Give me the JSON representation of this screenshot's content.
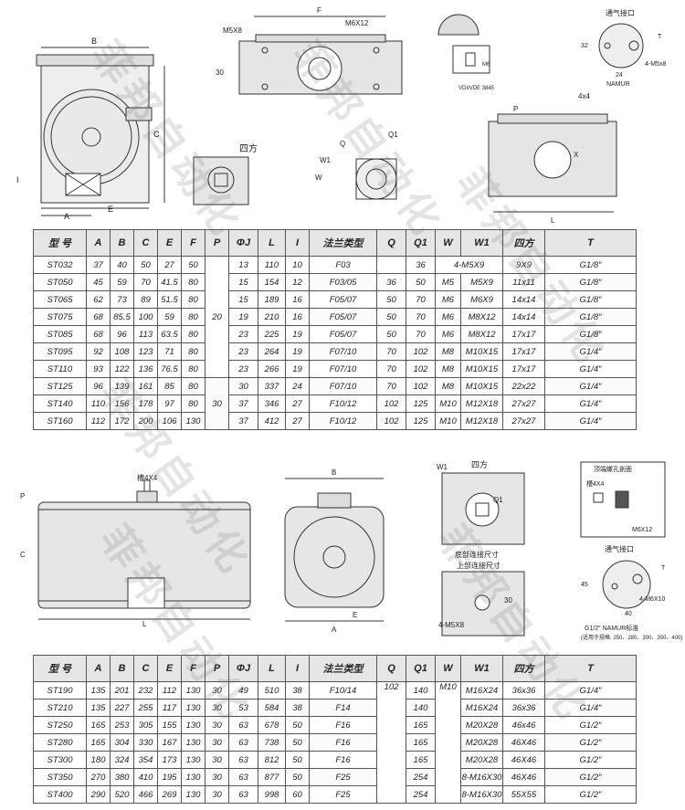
{
  "colors": {
    "line": "#333333",
    "body_fill": "#e3e3e3",
    "header_fill": "#e6e6e6",
    "watermark": "#5a5a5a"
  },
  "top_drawings": {
    "side_view": {
      "labels": [
        "B",
        "C",
        "I",
        "E",
        "A"
      ]
    },
    "flange_view": {
      "labels": [
        "F",
        "M5X8",
        "M6X12",
        "30"
      ]
    },
    "square_view": {
      "label": "四方"
    },
    "mount_view": {
      "labels": [
        "Q",
        "Q1",
        "W1",
        "W"
      ]
    },
    "vdi_view": {
      "caption": "VDI/VDE 3845",
      "labels": [
        "M6"
      ]
    },
    "port_view": {
      "title": "通气接口",
      "labels": [
        "T",
        "32",
        "24",
        "NAMUR",
        "4-M5x8"
      ]
    },
    "front_view": {
      "labels": [
        "P",
        "4x4",
        "X",
        "L"
      ]
    }
  },
  "table1": {
    "headers": [
      "型 号",
      "A",
      "B",
      "C",
      "E",
      "F",
      "P",
      "ΦJ",
      "L",
      "I",
      "法兰类型",
      "Q",
      "Q1",
      "W",
      "W1",
      "四方",
      "T"
    ],
    "p_values": [
      "20",
      "30"
    ],
    "rows": [
      [
        "ST032",
        "37",
        "40",
        "50",
        "27",
        "50",
        "13",
        "110",
        "10",
        "F03",
        "",
        "36",
        "",
        "4-M5X9",
        "9X9",
        "G1/8″"
      ],
      [
        "ST050",
        "45",
        "59",
        "70",
        "41.5",
        "80",
        "15",
        "154",
        "12",
        "F03/05",
        "36",
        "50",
        "M5",
        "M5X9",
        "11x11",
        "G1/8″"
      ],
      [
        "ST065",
        "62",
        "73",
        "89",
        "51.5",
        "80",
        "15",
        "189",
        "16",
        "F05/07",
        "50",
        "70",
        "M6",
        "M6X9",
        "14x14",
        "G1/8″"
      ],
      [
        "ST075",
        "68",
        "85.5",
        "100",
        "59",
        "80",
        "19",
        "210",
        "16",
        "F05/07",
        "50",
        "70",
        "M6",
        "M8X12",
        "14x14",
        "G1/8″"
      ],
      [
        "ST085",
        "68",
        "96",
        "113",
        "63.5",
        "80",
        "23",
        "225",
        "19",
        "F05/07",
        "50",
        "70",
        "M6",
        "M8X12",
        "17x17",
        "G1/8″"
      ],
      [
        "ST095",
        "92",
        "108",
        "123",
        "71",
        "80",
        "23",
        "264",
        "19",
        "F07/10",
        "70",
        "102",
        "M8",
        "M10X15",
        "17x17",
        "G1/4″"
      ],
      [
        "ST110",
        "93",
        "122",
        "136",
        "76.5",
        "80",
        "23",
        "266",
        "19",
        "F07/10",
        "70",
        "102",
        "M8",
        "M10X15",
        "17x17",
        "G1/4″"
      ],
      [
        "ST125",
        "96",
        "139",
        "161",
        "85",
        "80",
        "30",
        "337",
        "24",
        "F07/10",
        "70",
        "102",
        "M8",
        "M10X15",
        "22x22",
        "G1/4″"
      ],
      [
        "ST140",
        "110",
        "156",
        "178",
        "97",
        "80",
        "37",
        "346",
        "27",
        "F10/12",
        "102",
        "125",
        "M10",
        "M12X18",
        "27x27",
        "G1/4″"
      ],
      [
        "ST160",
        "112",
        "172",
        "200",
        "106",
        "130",
        "37",
        "412",
        "27",
        "F10/12",
        "102",
        "125",
        "M10",
        "M12X18",
        "27x27",
        "G1/4″"
      ]
    ]
  },
  "mid_drawings": {
    "side_view": {
      "labels": [
        "槽4X4",
        "P",
        "C",
        "L"
      ]
    },
    "end_view": {
      "labels": [
        "B",
        "E",
        "A"
      ]
    },
    "bottom_view": {
      "labels": [
        "W1",
        "四方",
        "Q1",
        "底部连接尺寸",
        "上部连接尺寸",
        "4-M5X8",
        "30"
      ]
    },
    "slot_view": {
      "title": "顶端螺孔剖面",
      "labels": [
        "槽4X4",
        "M6X12"
      ]
    },
    "port_view": {
      "title": "通气接口",
      "labels": [
        "T",
        "45",
        "40",
        "4-M6X10"
      ],
      "note1": "G1/2″ NAMUR标准",
      "note2": "(适用于规格: 250、280、300、350、400)"
    }
  },
  "table2": {
    "headers": [
      "型 号",
      "A",
      "B",
      "C",
      "E",
      "F",
      "P",
      "ΦJ",
      "L",
      "I",
      "法兰类型",
      "Q",
      "Q1",
      "W",
      "W1",
      "四方",
      "T"
    ],
    "merged": {
      "q": "102",
      "w": "M10"
    },
    "rows": [
      [
        "ST190",
        "135",
        "201",
        "232",
        "112",
        "130",
        "30",
        "49",
        "510",
        "38",
        "F10/14",
        "140",
        "M16X24",
        "36x36",
        "G1/4″"
      ],
      [
        "ST210",
        "135",
        "227",
        "255",
        "117",
        "130",
        "30",
        "53",
        "584",
        "38",
        "F14",
        "140",
        "M16X24",
        "36x36",
        "G1/4″"
      ],
      [
        "ST250",
        "165",
        "253",
        "305",
        "155",
        "130",
        "30",
        "63",
        "678",
        "50",
        "F16",
        "165",
        "M20X28",
        "46x46",
        "G1/2″"
      ],
      [
        "ST280",
        "165",
        "304",
        "330",
        "167",
        "130",
        "30",
        "63",
        "738",
        "50",
        "F16",
        "165",
        "M20X28",
        "46X46",
        "G1/2″"
      ],
      [
        "ST300",
        "180",
        "324",
        "354",
        "173",
        "130",
        "30",
        "63",
        "812",
        "50",
        "F16",
        "165",
        "M20X28",
        "46X46",
        "G1/2″"
      ],
      [
        "ST350",
        "270",
        "380",
        "410",
        "195",
        "130",
        "30",
        "63",
        "877",
        "50",
        "F25",
        "254",
        "8-M16X30",
        "46X46",
        "G1/2″"
      ],
      [
        "ST400",
        "290",
        "520",
        "466",
        "269",
        "130",
        "30",
        "63",
        "998",
        "60",
        "F25",
        "254",
        "8-M16X30",
        "55X55",
        "G1/2″"
      ]
    ]
  },
  "watermark": "菲邦自动化"
}
